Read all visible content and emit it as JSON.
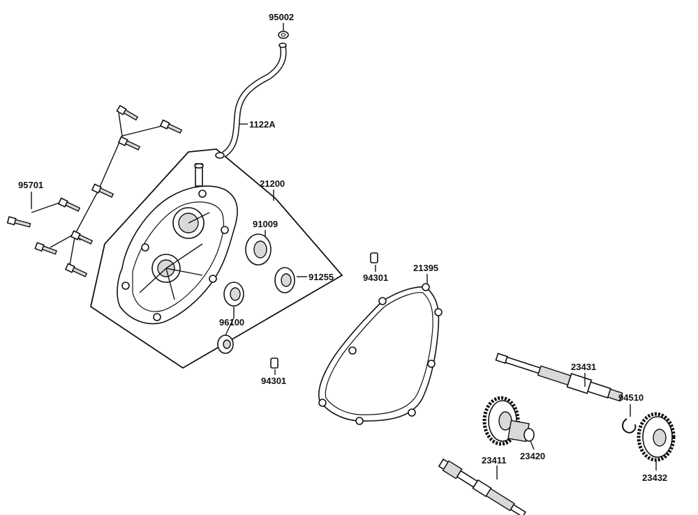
{
  "labels": {
    "p95002": "95002",
    "p1122A": "1122A",
    "p95701": "95701",
    "p21200": "21200",
    "p91009": "91009",
    "p91255": "91255",
    "p94301a": "94301",
    "p21395": "21395",
    "p96100": "96100",
    "p94301b": "94301",
    "p23431": "23431",
    "p94510": "94510",
    "p23420": "23420",
    "p23411": "23411",
    "p23432": "23432"
  }
}
